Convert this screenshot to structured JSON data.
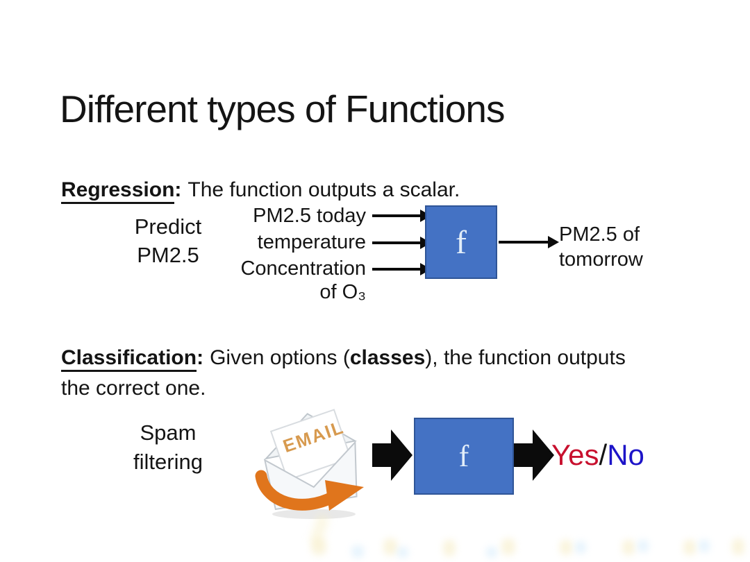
{
  "slide": {
    "title": "Different types of Functions",
    "regression": {
      "term": "Regression",
      "colon": ":",
      "definition": "The function outputs a scalar.",
      "example": {
        "line1": "Predict",
        "line2": "PM2.5"
      },
      "inputs": [
        "PM2.5 today",
        "temperature",
        "Concentration",
        "of O₃"
      ],
      "function_symbol": "f",
      "output": {
        "line1": "PM2.5 of",
        "line2": "tomorrow"
      }
    },
    "classification": {
      "term": "Classification",
      "colon": ":",
      "definition_before_classes": "Given options (",
      "classes_word": "classes",
      "definition_after_classes": "), the function outputs",
      "definition_line2": "the correct one.",
      "example": {
        "line1": "Spam",
        "line2": "filtering"
      },
      "email_icon_text": "EMAIL",
      "function_symbol": "f",
      "output": {
        "yes": "Yes",
        "slash": "/",
        "no": "No"
      }
    },
    "colors": {
      "function_box_fill": "#4472C4",
      "function_box_border": "#2F5597",
      "function_symbol": "#E3EEF9",
      "arrow_black": "#0B0B0B",
      "yes": "#C8102E",
      "no": "#1D14C8",
      "email_orange": "#E0751C",
      "email_text": "#D79A4F"
    }
  }
}
